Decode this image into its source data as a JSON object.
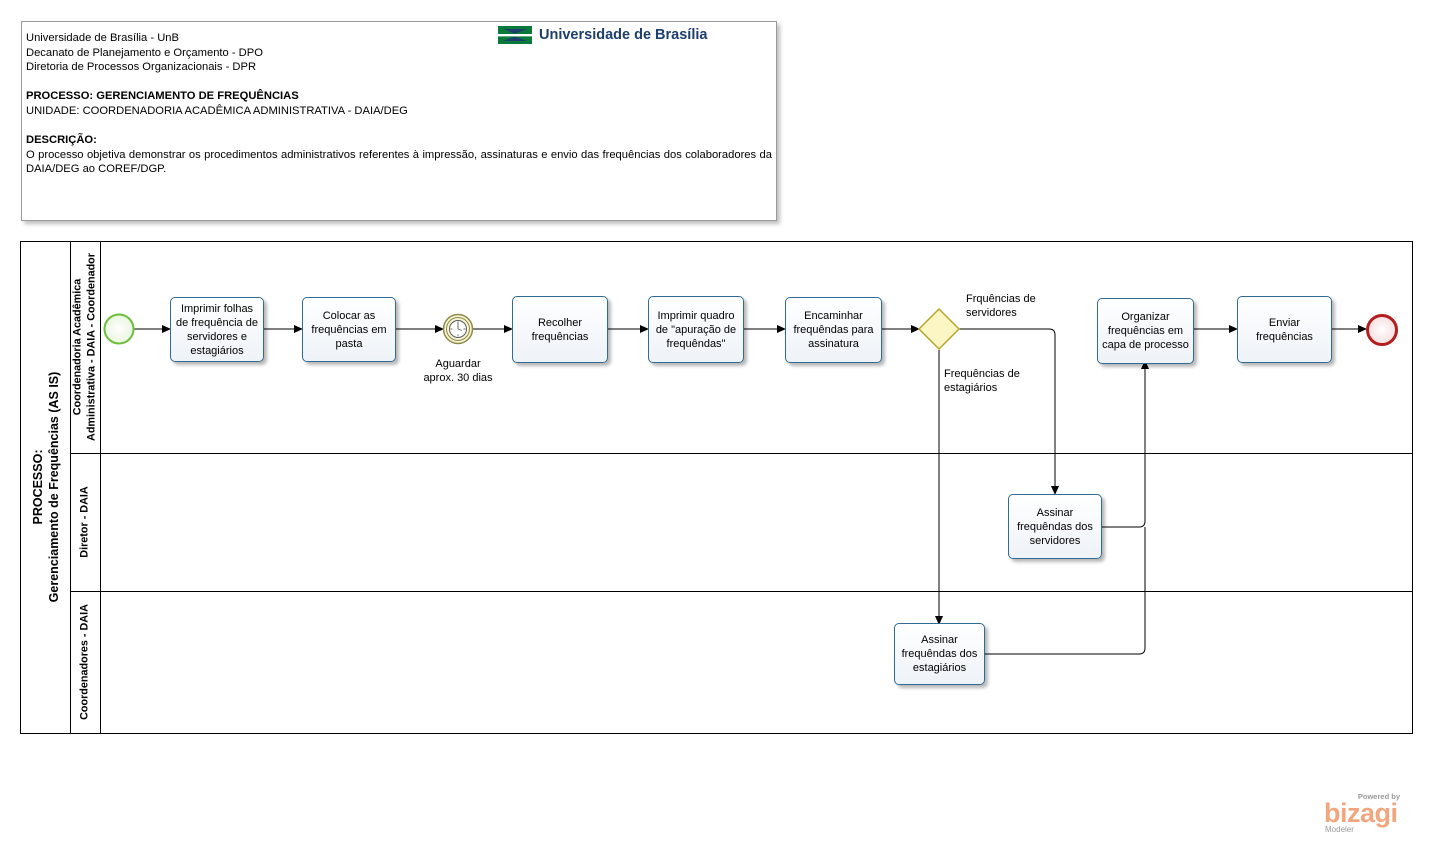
{
  "header": {
    "org_line1": "Universidade de Brasília - UnB",
    "org_line2": "Decanato de Planejamento e Orçamento - DPO",
    "org_line3": "Diretoria de Processos Organizacionais - DPR",
    "process_line": "PROCESSO: GERENCIAMENTO DE FREQUÊNCIAS",
    "unit_line": "UNIDADE: COORDENADORIA ACADÊMICA ADMINISTRATIVA - DAIA/DEG",
    "description_heading": "DESCRIÇÃO:",
    "description_text": "O processo objetiva demonstrar os procedimentos administrativos referentes à impressão, assinaturas e envio das frequências dos colaboradores da DAIA/DEG ao COREF/DGP.",
    "logo_text": "Universidade de Brasília",
    "logo_colors": {
      "green": "#0a7a3a",
      "blue": "#1d3e6e"
    }
  },
  "pool": {
    "title_line1": "PROCESSO:",
    "title_line2": "Gerenciamento de Frequências (AS IS)"
  },
  "lanes": [
    {
      "line1": "Coordenadoria Acadêmica",
      "line2": "Administrativa - DAIA - Coordenador"
    },
    {
      "line1": "Diretor - DAIA"
    },
    {
      "line1": "Coordenadores - DAIA"
    }
  ],
  "tasks": {
    "imprimir_folhas": "Imprimir folhas de frequência de servidores e estagiários",
    "colocar_pasta": "Colocar as frequências em pasta",
    "recolher": "Recolher frequências",
    "imprimir_quadro": "Imprimir quadro de \"apuração de frequêndas\"",
    "encaminhar": "Encaminhar frequêndas para assinatura",
    "organizar": "Organizar frequências em capa de processo",
    "enviar": "Enviar frequências",
    "assinar_servidores": "Assinar frequêndas dos servidores",
    "assinar_estagiarios": "Assinar frequêndas dos estagiários"
  },
  "events": {
    "timer_line1": "Aguardar",
    "timer_line2": "aprox. 30 dias"
  },
  "gateway_labels": {
    "servidores_line1": "Frquências de",
    "servidores_line2": "servidores",
    "estagiarios_line1": "Frequências de",
    "estagiarios_line2": "estagiários"
  },
  "colors": {
    "task_border": "#2f6b94",
    "start_event": "#6cbf3a",
    "end_event": "#b41e1e",
    "gateway_fill": "#fbf6c4",
    "gateway_stroke": "#b8a52c"
  },
  "watermark": {
    "powered": "Powered by",
    "brand": "bizagi",
    "product": "Modeler"
  }
}
